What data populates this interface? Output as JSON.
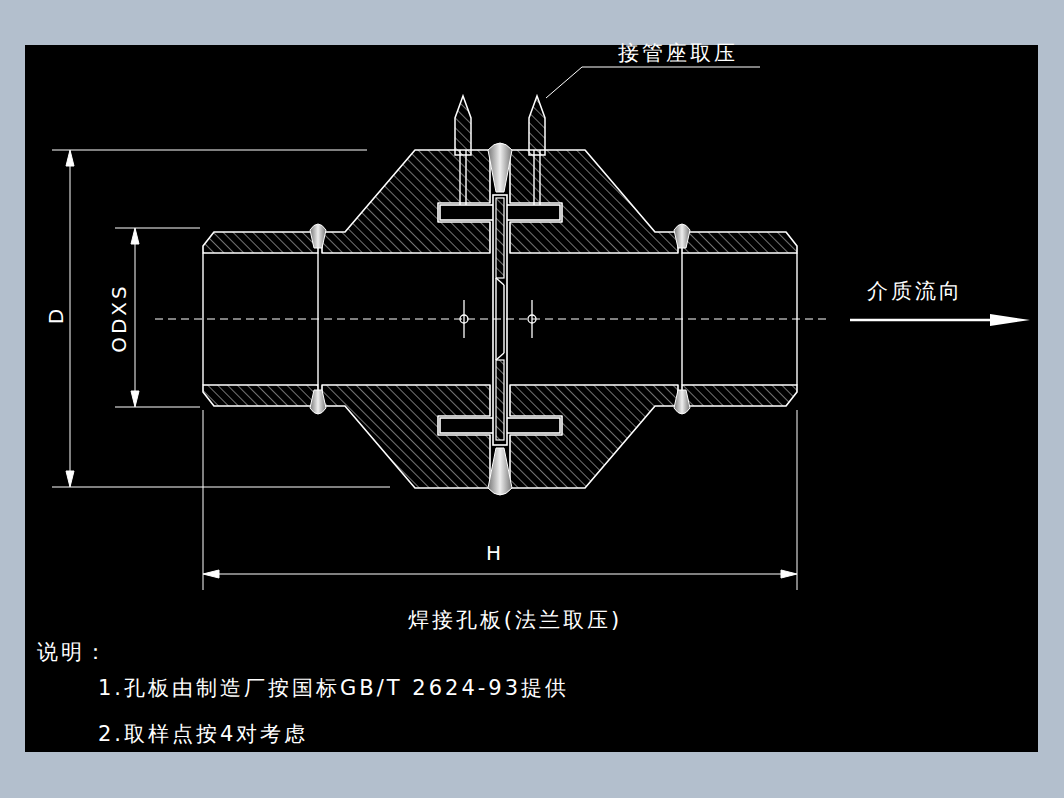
{
  "diagram": {
    "caption": "焊接孔板(法兰取压)",
    "labels": [
      "接管座取压",
      "介质流向",
      "D",
      "ODXS",
      "H",
      "说明：",
      "1.孔板由制造厂按国标GB/T 2624-93提供",
      "2.取样点按4对考虑"
    ]
  }
}
